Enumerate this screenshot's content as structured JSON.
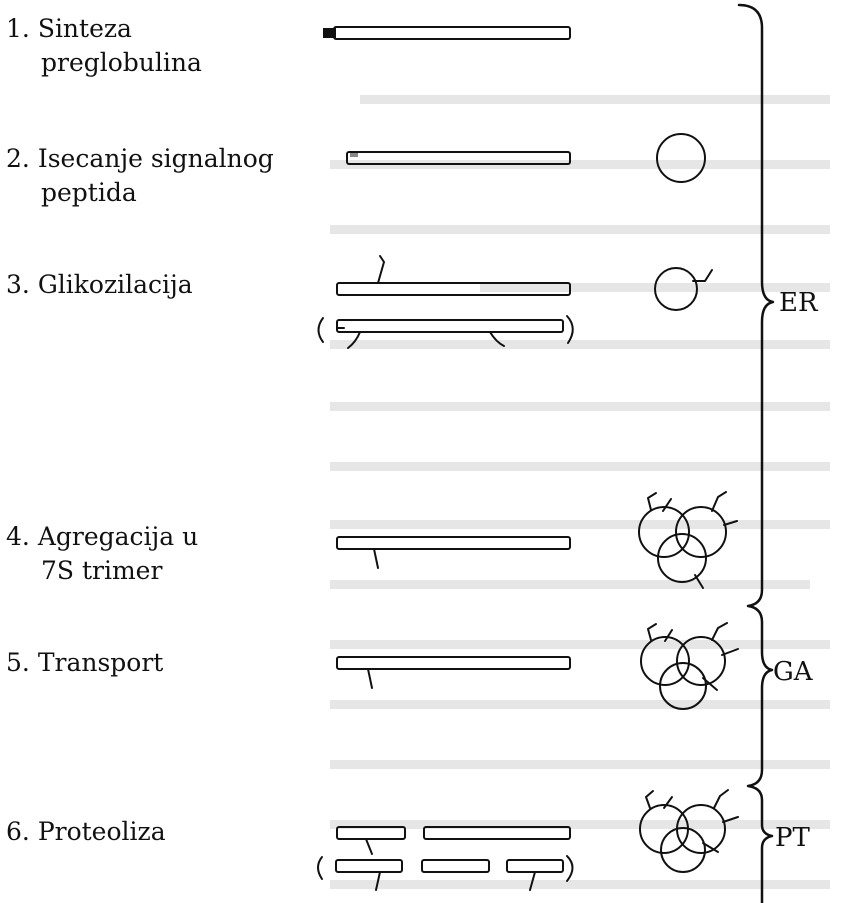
{
  "steps": [
    {
      "number": "1.",
      "lines": [
        "Sinteza",
        "preglobulina"
      ]
    },
    {
      "number": "2.",
      "lines": [
        "Isecanje signalnog",
        "peptida"
      ]
    },
    {
      "number": "3.",
      "lines": [
        "Glikozilacija"
      ]
    },
    {
      "number": "4.",
      "lines": [
        "Agregacija u",
        "7S trimer"
      ]
    },
    {
      "number": "5.",
      "lines": [
        "Transport"
      ]
    },
    {
      "number": "6.",
      "lines": [
        "Proteoliza"
      ]
    }
  ],
  "regions": {
    "er": "ER",
    "ga": "GA",
    "pt": "PT"
  },
  "colors": {
    "ink": "#111111",
    "faded_background_text": "#e4e4e4"
  }
}
